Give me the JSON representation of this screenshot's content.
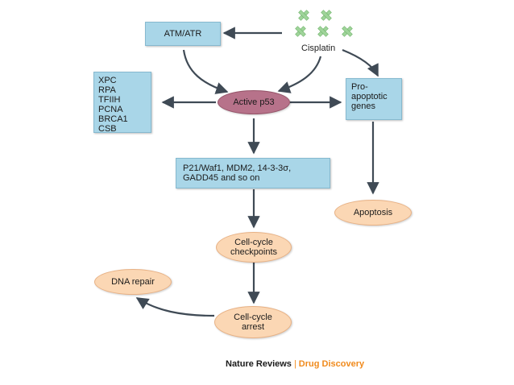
{
  "nodes": {
    "atm_atr": "ATM/ATR",
    "cisplatin": "Cisplatin",
    "active_p53": "Active p53",
    "repair_proteins": "XPC\nRPA\nTFIIH\nPCNA\nBRCA1\nCSB",
    "pro_apoptotic_genes": "Pro-\napoptotic\ngenes",
    "targets": "P21/Waf1, MDM2, 14-3-3σ,\nGADD45 and so on",
    "apoptosis": "Apoptosis",
    "checkpoints": "Cell-cycle\ncheckpoints",
    "dna_repair": "DNA repair",
    "arrest": "Cell-cycle\narrest"
  },
  "credit": {
    "left": "Nature Reviews",
    "separator": "|",
    "right": "Drug Discovery"
  },
  "colors": {
    "box_fill": "#a9d6e8",
    "oval_fill": "#fbd7b4",
    "active_fill": "#b7728a",
    "molecule": "#9fd49a",
    "arrow": "#3f4a55",
    "accent": "#f08a1c"
  }
}
